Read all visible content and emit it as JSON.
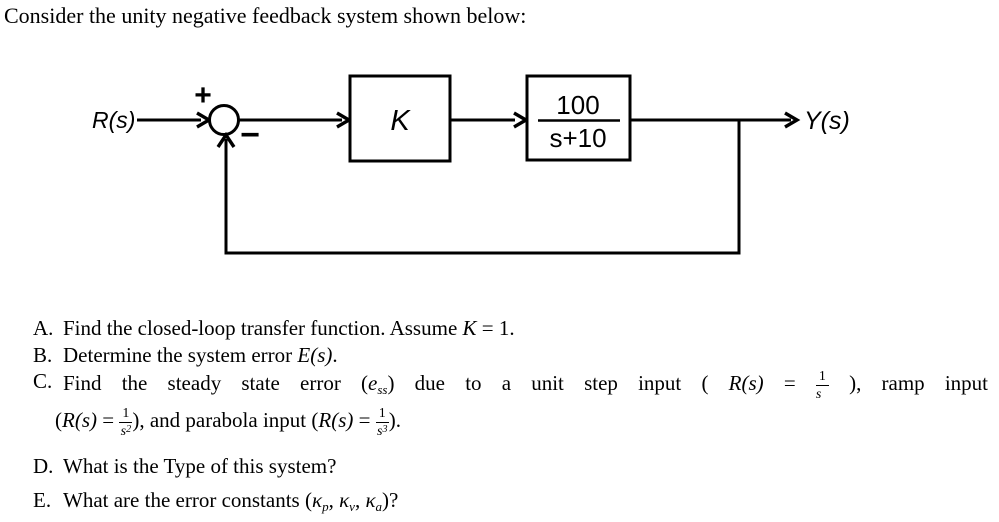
{
  "title": "Consider the unity negative feedback system shown below:",
  "diagram": {
    "input": "R(s)",
    "output": "Y(s)",
    "gain": "K",
    "tf_num": "100",
    "tf_den": "s+10",
    "plus": "+",
    "minus": "−",
    "line_color": "#000000",
    "background": "#ffffff"
  },
  "questions": {
    "a": {
      "letter": "A.",
      "t1": "Find the closed-loop transfer function. Assume ",
      "var1": "K",
      "t2": " = 1."
    },
    "b": {
      "letter": "B.",
      "t1": "Determine the system error ",
      "var1": "E(s)",
      "t2": "."
    },
    "c": {
      "letter": "C.",
      "l1a": "Find the steady state error (",
      "ess_base": "e",
      "ess_sub": "ss",
      "l1b": ") due to a unit step input ( ",
      "r1": "R(s)",
      "eq1": " = ",
      "f1_num": "1",
      "f1_den": "s",
      "l1c": " ), ramp input",
      "l2a": "(",
      "r2": "R(s)",
      "eq2": " = ",
      "f2_num": "1",
      "f2_den": "s",
      "f2_exp": "2",
      "l2b": "), and parabola input (",
      "r3": "R(s)",
      "eq3": " = ",
      "f3_num": "1",
      "f3_den": "s",
      "f3_exp": "3",
      "l2c": ")."
    },
    "d": {
      "letter": "D.",
      "t1": "What is the Type of this system?"
    },
    "e": {
      "letter": "E.",
      "t1": "What are the error constants (",
      "k1": "κ",
      "k1_sub": "p",
      "c1": ", ",
      "k2": "κ",
      "k2_sub": "v",
      "c2": ", ",
      "k3": "κ",
      "k3_sub": "a",
      "t2": ")?"
    }
  }
}
